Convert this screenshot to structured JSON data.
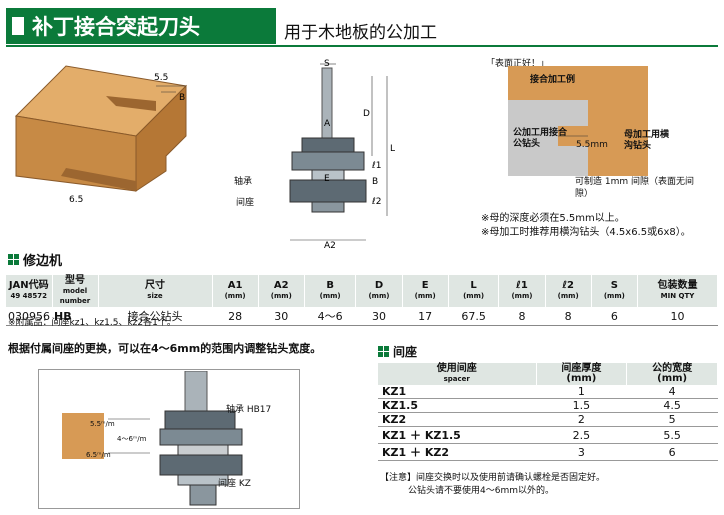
{
  "header": {
    "title": "补丁接合突起刀头",
    "subtitle": "用于木地板的公加工"
  },
  "diagram_wood": {
    "dim_55": "5.5",
    "dim_b": "B",
    "dim_65": "6.5"
  },
  "diagram_bit": {
    "s": "S",
    "d": "D",
    "l": "L",
    "a": "A",
    "e": "E",
    "b": "B",
    "l1": "ℓ1",
    "l2": "ℓ2",
    "a2": "A2",
    "bearing": "轴承",
    "spacer": "间座"
  },
  "diagram_joint": {
    "good_surface": "「表面正好！」",
    "female_side": "接合加工例",
    "male_label": "公加工用接合公钻头",
    "female_label": "母加工用横沟钻头",
    "dim_55mm": "5.5mm",
    "gap_note": "可制造 1mm 间隙（表面无间隙）"
  },
  "notes": [
    "※母的深度必须在5.5mm以上。",
    "※母加工时推荐用横沟钻头（4.5x6.5或6x8）。"
  ],
  "edge_section": {
    "title": "修边机"
  },
  "spec_table": {
    "headers": [
      {
        "main": "JAN代码",
        "sub": "49 48572"
      },
      {
        "main": "型号",
        "sub": "model number"
      },
      {
        "main": "尺寸",
        "sub": "size"
      },
      {
        "main": "A1",
        "sub": "(mm)"
      },
      {
        "main": "A2",
        "sub": "(mm)"
      },
      {
        "main": "B",
        "sub": "(mm)"
      },
      {
        "main": "D",
        "sub": "(mm)"
      },
      {
        "main": "E",
        "sub": "(mm)"
      },
      {
        "main": "L",
        "sub": "(mm)"
      },
      {
        "main": "ℓ1",
        "sub": "(mm)"
      },
      {
        "main": "ℓ2",
        "sub": "(mm)"
      },
      {
        "main": "S",
        "sub": "(mm)"
      },
      {
        "main": "包装数量",
        "sub": "MIN QTY"
      }
    ],
    "row": [
      "030956",
      "HB",
      "接合公钻头",
      "28",
      "30",
      "4～6",
      "30",
      "17",
      "67.5",
      "8",
      "8",
      "6",
      "10"
    ],
    "footnote": "※附属品：间座kz1、kz1.5、kz2各1个。"
  },
  "adjust_note": "根据付属间座的更换，可以在4～6mm的范围内调整钻头宽度。",
  "diagram_spacer": {
    "dim_55": "5.5ᵐ/m",
    "dim_46": "4～6ᵐ/m",
    "dim_65": "6.5ᵐ/m",
    "bearing": "轴承 HB17",
    "spacer": "间座 KZ"
  },
  "spacer_section": {
    "title": "间座",
    "headers": [
      {
        "main": "使用间座",
        "sub": "spacer"
      },
      {
        "main": "间座厚度",
        "sub": "(mm)"
      },
      {
        "main": "公的宽度",
        "sub": "(mm)"
      }
    ],
    "rows": [
      [
        "KZ1",
        "1",
        "4"
      ],
      [
        "KZ1.5",
        "1.5",
        "4.5"
      ],
      [
        "KZ2",
        "2",
        "5"
      ],
      [
        "KZ1 ＋ KZ1.5",
        "2.5",
        "5.5"
      ],
      [
        "KZ1 ＋ KZ2",
        "3",
        "6"
      ]
    ],
    "note1": "【注意】间座交换时以及使用前请确认螺栓是否固定好。",
    "note2": "公钻头请不要使用4～6mm以外的。"
  },
  "colors": {
    "brand_green": "#0b7a3a",
    "wood": "#d79a55",
    "header_gray": "#dfe6e2"
  }
}
